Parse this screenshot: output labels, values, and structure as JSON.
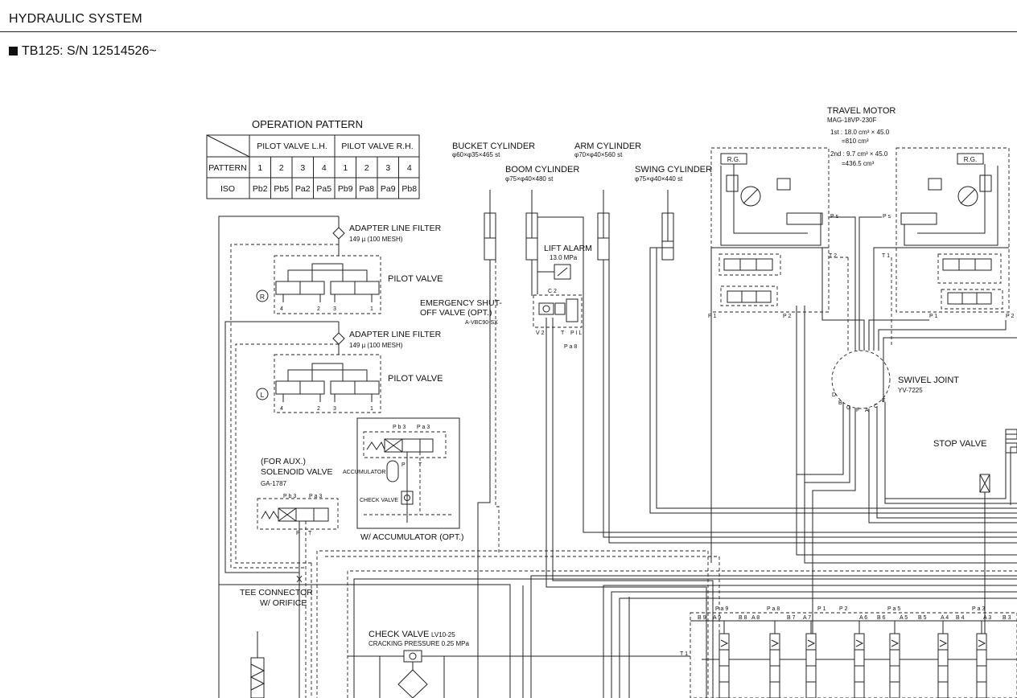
{
  "header": {
    "section_title": "HYDRAULIC SYSTEM",
    "model_line": "TB125: S/N 12514526~"
  },
  "operation_pattern": {
    "title": "OPERATION  PATTERN",
    "group_lh": "PILOT VALVE L.H.",
    "group_rh": "PILOT VALVE R.H.",
    "row_pattern_label": "PATTERN",
    "pattern_numbers": [
      "1",
      "2",
      "3",
      "4",
      "1",
      "2",
      "3",
      "4"
    ],
    "row_iso_label": "ISO",
    "iso_ports": [
      "Pb2",
      "Pb5",
      "Pa2",
      "Pa5",
      "Pb9",
      "Pa8",
      "Pa9",
      "Pb8"
    ]
  },
  "components": {
    "bucket_cylinder": {
      "name": "BUCKET CYLINDER",
      "spec": "φ60×φ35×465 st"
    },
    "boom_cylinder": {
      "name": "BOOM CYLINDER",
      "spec": "φ75×φ40×480 st"
    },
    "arm_cylinder": {
      "name": "ARM CYLINDER",
      "spec": "φ70×φ40×560 st"
    },
    "swing_cylinder": {
      "name": "SWING CYLINDER",
      "spec": "φ75×φ40×440 st"
    },
    "travel_motor": {
      "name": "TRAVEL MOTOR",
      "model": "MAG-18VP-230F",
      "first_speed_1": "1st : 18.0 cm³ × 45.0",
      "first_speed_2": "=810 cm³",
      "second_speed_1": "2nd : 9.7 cm³ × 45.0",
      "second_speed_2": "=436.5 cm³",
      "rg_label": "R.G."
    },
    "adapter_filter_upper": {
      "name": "ADAPTER LINE FILTER",
      "spec": "149 µ (100 MESH)"
    },
    "adapter_filter_lower": {
      "name": "ADAPTER LINE FILTER",
      "spec": "149 µ (100 MESH)"
    },
    "pilot_valve_upper": {
      "name": "PILOT VALVE",
      "side": "R",
      "ports": [
        "4",
        "2",
        "3",
        "1"
      ]
    },
    "pilot_valve_lower": {
      "name": "PILOT VALVE",
      "side": "L",
      "ports": [
        "4",
        "2",
        "3",
        "1"
      ]
    },
    "lift_alarm": {
      "name": "LIFT ALARM",
      "spec": "13.0 MPa"
    },
    "emergency_valve": {
      "line1": "EMERGENCY SHUT-",
      "line2": "OFF VALVE (OPT.)",
      "model": "A-VBC90-SX",
      "ports": {
        "c2": "C 2",
        "v2": "V 2",
        "t": "T",
        "pil": "P I L",
        "pa8": "P a 8"
      }
    },
    "accumulator_group": {
      "caption": "W/ ACCUMULATOR (OPT.)",
      "accumulator": "ACCUMULATOR",
      "check_valve": "CHECK VALVE",
      "ports": {
        "pb3": "P b 3",
        "pa3": "P a 3",
        "p": "P",
        "t": "T"
      }
    },
    "solenoid_valve": {
      "line1": "(FOR AUX.)",
      "line2": "SOLENOID VALVE",
      "model": "GA-1787",
      "ports": {
        "pb3": "P b 3",
        "pa3": "P a 3",
        "p": "P",
        "t": "T"
      }
    },
    "tee_connector": {
      "line1": "TEE CONNECTOR",
      "line2": "W/ ORIFICE"
    },
    "check_valve": {
      "name": "CHECK VALVE",
      "model": "LV10-25",
      "spec": "CRACKING PRESSURE  0.25 MPa"
    },
    "swivel_joint": {
      "name": "SWIVEL JOINT",
      "model": "YV-7225",
      "ports": [
        "D",
        "B",
        "G",
        "F",
        "A",
        "C",
        "E"
      ]
    },
    "stop_valve": {
      "name": "STOP VALVE"
    },
    "travel_ports": {
      "ps_left": "P s",
      "ps_right": "P s",
      "t2": "T 2",
      "t1": "T 1",
      "p1_left": "P 1",
      "p2_left": "P 2",
      "p1_right": "P 1",
      "p2_right": "P 2"
    },
    "control_valve_ports": [
      "B 9",
      "A 9",
      "P a 9",
      "B 8",
      "A 8",
      "P a 8",
      "B 7",
      "A 7",
      "P 1",
      "P 2",
      "A 6",
      "B 6",
      "A 5",
      "P a 5",
      "B 5",
      "A 4",
      "B 4",
      "P a 3",
      "A 3",
      "B 3"
    ],
    "control_valve_t1": "T 1"
  },
  "colors": {
    "line": "#222222",
    "background": "#ffffff"
  }
}
